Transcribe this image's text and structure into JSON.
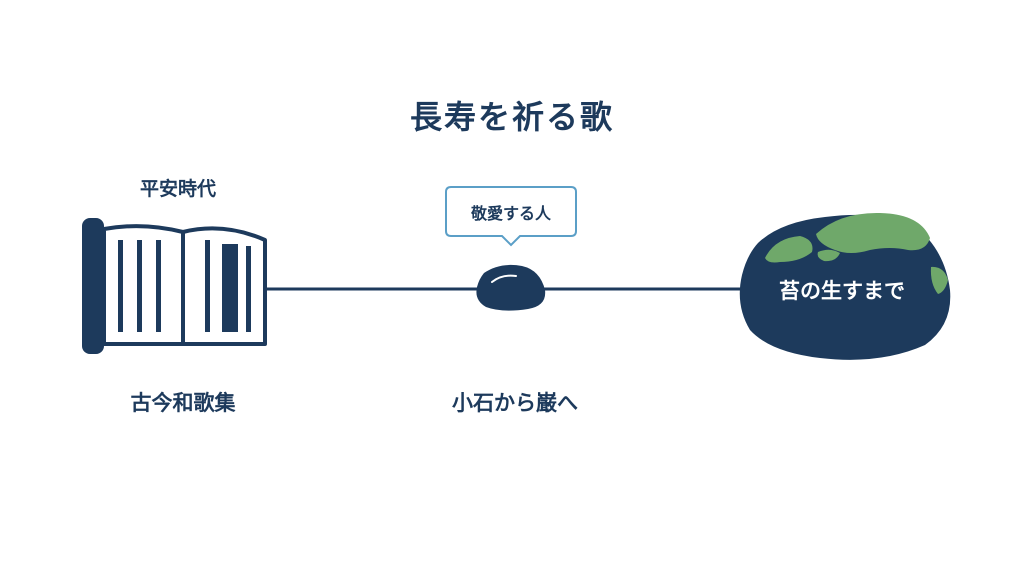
{
  "title": "長寿を祈る歌",
  "era": "平安時代",
  "book_label": "古今和歌集",
  "pebble_label": "小石から巌へ",
  "callout": "敬愛する人",
  "boulder_label": "苔の生すまで",
  "colors": {
    "navy": "#1d3a5c",
    "moss": "#6fa86a",
    "callout_border": "#5b9fc7",
    "background": "#ffffff"
  },
  "icons": [
    "book-icon",
    "pebble-icon",
    "mossy-boulder-icon"
  ]
}
